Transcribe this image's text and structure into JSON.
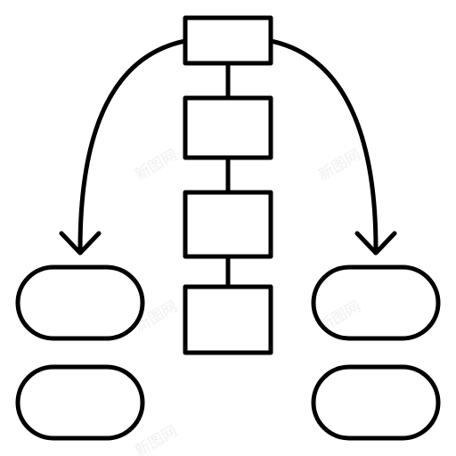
{
  "diagram": {
    "kind": "flowchart-icon",
    "stroke_color": "#000000",
    "background": "#ffffff",
    "central_boxes": 4,
    "side_pills_per_column": 2,
    "arrows": [
      "left-branch",
      "right-branch"
    ]
  },
  "watermark": {
    "text": "新图网",
    "repeats": 5
  }
}
